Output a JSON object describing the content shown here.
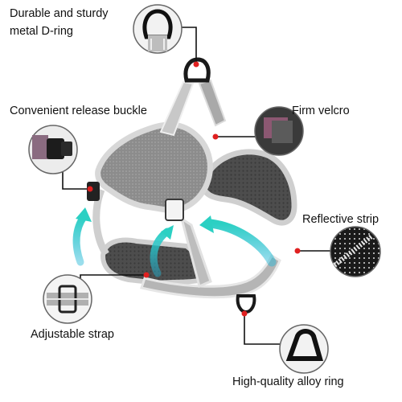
{
  "callouts": {
    "d_ring": {
      "line1": "Durable and sturdy",
      "line2": "metal D-ring"
    },
    "release_buckle": {
      "label": "Convenient release buckle"
    },
    "velcro": {
      "label": "Firm velcro"
    },
    "reflective_strip": {
      "label": "Reflective strip"
    },
    "adjustable_strap": {
      "label": "Adjustable strap"
    },
    "alloy_ring": {
      "label": "High-quality alloy ring"
    }
  },
  "colors": {
    "background": "#ffffff",
    "fabric": "#8d8d8d",
    "mesh": "#4a4a4a",
    "trim": "#cfcfcf",
    "arrow": "#2cc6c8",
    "marker": "#e02020",
    "leader_line": "#111111"
  },
  "icons": [
    "d-ring-icon",
    "release-buckle-icon",
    "velcro-patch-icon",
    "reflective-strip-icon",
    "adjustable-strap-icon",
    "alloy-ring-icon"
  ]
}
